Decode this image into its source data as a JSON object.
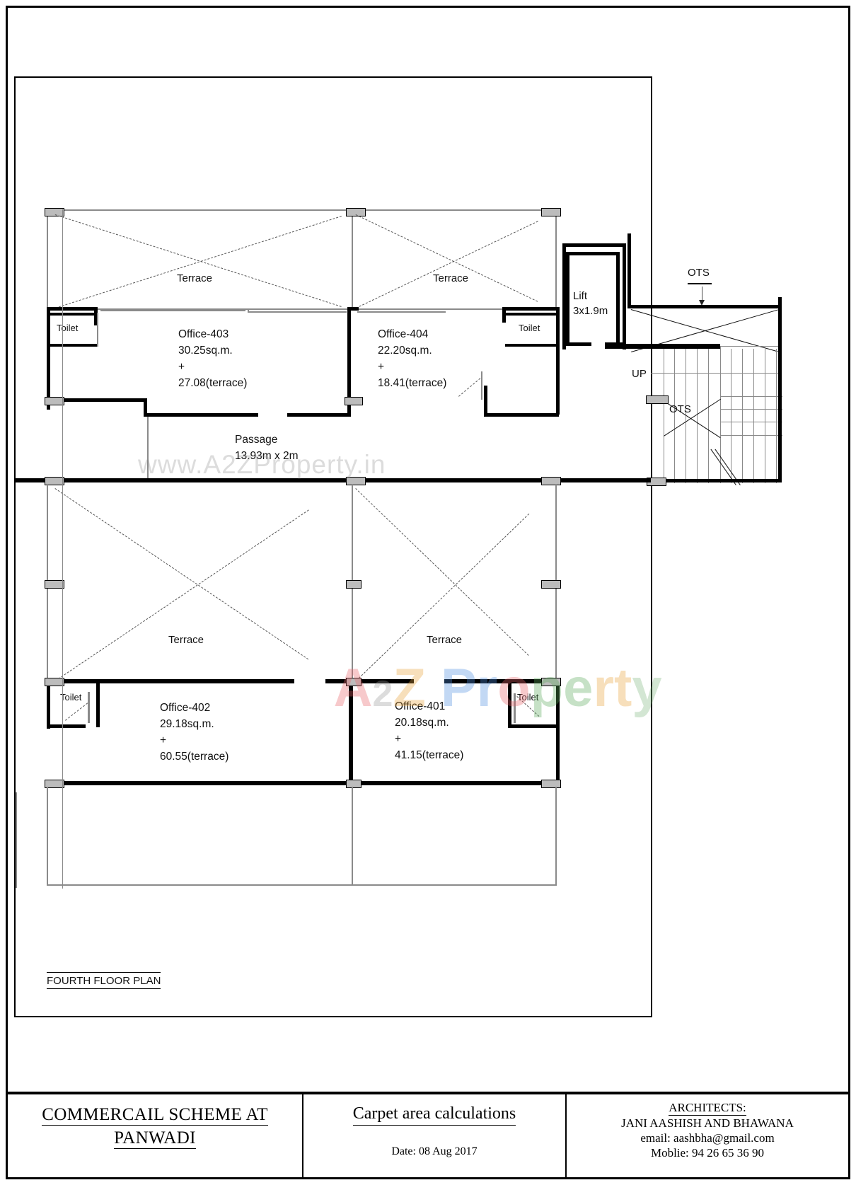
{
  "document": {
    "drawing_title": "FOURTH FLOOR PLAN"
  },
  "plan": {
    "rooms": [
      {
        "id": "office-403",
        "name": "Office-403",
        "area": "30.25sq.m.",
        "plus": "+",
        "terrace_area": "27.08(terrace)"
      },
      {
        "id": "office-404",
        "name": "Office-404",
        "area": "22.20sq.m.",
        "plus": "+",
        "terrace_area": "18.41(terrace)"
      },
      {
        "id": "office-402",
        "name": "Office-402",
        "area": "29.18sq.m.",
        "plus": "+",
        "terrace_area": "60.55(terrace)"
      },
      {
        "id": "office-401",
        "name": "Office-401",
        "area": "20.18sq.m.",
        "plus": "+",
        "terrace_area": "41.15(terrace)"
      }
    ],
    "terrace_labels": [
      "Terrace",
      "Terrace",
      "Terrace",
      "Terrace"
    ],
    "toilets": [
      "Toilet",
      "Toilet",
      "Toilet",
      "Toilet"
    ],
    "lift": {
      "name": "Lift",
      "size": "3x1.9m"
    },
    "passage": {
      "name": "Passage",
      "size": "13.93m x 2m"
    },
    "stair": {
      "direction": "UP"
    },
    "ots_labels": [
      "OTS",
      "OTS"
    ]
  },
  "watermarks": {
    "url": "www.A2ZProperty.in",
    "brand_parts": [
      "A",
      "2",
      "Z",
      " ",
      "P",
      "r",
      "o",
      "p",
      "e",
      "r",
      "t",
      "y"
    ],
    "brand_colors": [
      "#e8636a",
      "#7f7f7f",
      "#e9a33c",
      "#000000",
      "#4f8fe0",
      "#4f8fe0",
      "#e8636a",
      "#5aa95a",
      "#5aa95a",
      "#e9a33c",
      "#e9a33c",
      "#7fb97f"
    ]
  },
  "title_block": {
    "project_line1": "COMMERCAIL SCHEME AT",
    "project_line2": "PANWADI",
    "sheet_heading": "Carpet area calculations",
    "date": "Date: 08 Aug 2017",
    "architects_heading": "ARCHITECTS:",
    "architects_names": "JANI AASHISH AND BHAWANA",
    "architects_email": "email: aashbha@gmail.com",
    "architects_mobile": "Moblie: 94 26 65 36 90"
  }
}
